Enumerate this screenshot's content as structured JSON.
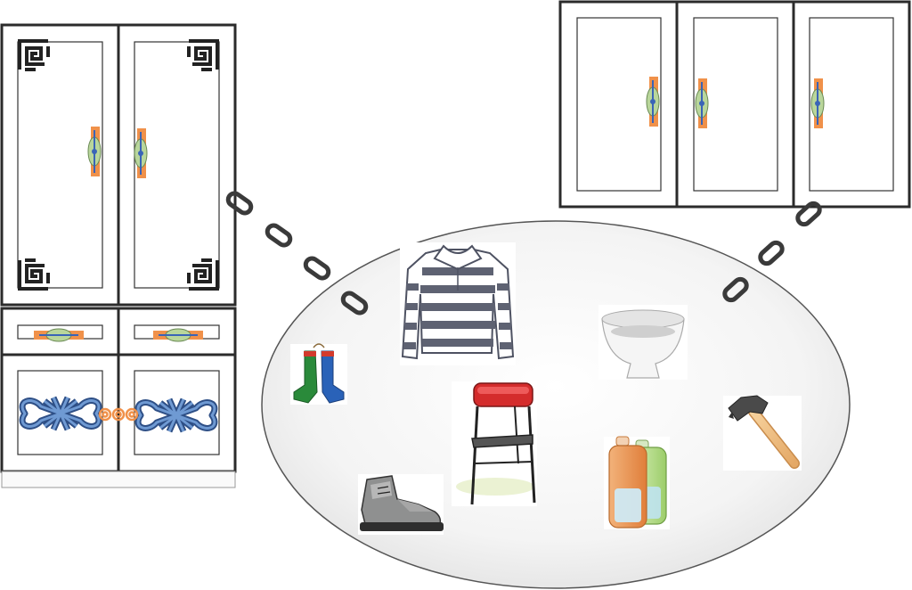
{
  "scene": {
    "background": "#ffffff",
    "outline_color": "#2b2b2b",
    "accent_handle": "#f0914a",
    "knob_leaf": "#b9d69b",
    "knob_stem": "#3a64b7",
    "knot_color": "#3f6fb5",
    "sock_left_colors": [
      "#2a8a3a",
      "#d33a2c"
    ],
    "sock_right_colors": [
      "#2a62b8",
      "#d33a2c"
    ],
    "chain_color": "#3a3a3a",
    "chair_seat": "#d42c2c",
    "hammer_handle": "#f1bf7c"
  },
  "cabinets": [
    {
      "name": "tall-wardrobe-left",
      "doors": 2,
      "drawers": 2,
      "lower_doors": 2,
      "decoration": "fret-corners"
    },
    {
      "name": "wall-cabinet-right",
      "doors": 3,
      "drawers": 0,
      "lower_doors": 0,
      "decoration": "plain"
    }
  ],
  "items": [
    {
      "name": "striped-shirt",
      "icon": "long-sleeve-striped-shirt",
      "colors": [
        "#5e6272",
        "#ffffff"
      ]
    },
    {
      "name": "socks",
      "icon": "pair-of-socks"
    },
    {
      "name": "bowl",
      "icon": "white-bowl",
      "colors": [
        "#f3f3f3",
        "#cfcfcf"
      ]
    },
    {
      "name": "folding-chair",
      "icon": "red-folding-chair"
    },
    {
      "name": "bottles",
      "icon": "plastic-bottles",
      "colors": [
        "#e4893f",
        "#b8df8b"
      ]
    },
    {
      "name": "hammer",
      "icon": "claw-hammer"
    },
    {
      "name": "boot",
      "icon": "hiking-boot",
      "colors": [
        "#8f9090",
        "#2e2e2e"
      ]
    }
  ],
  "connectors": [
    {
      "name": "chain-left",
      "links": 4
    },
    {
      "name": "chain-right",
      "links": 3
    }
  ]
}
